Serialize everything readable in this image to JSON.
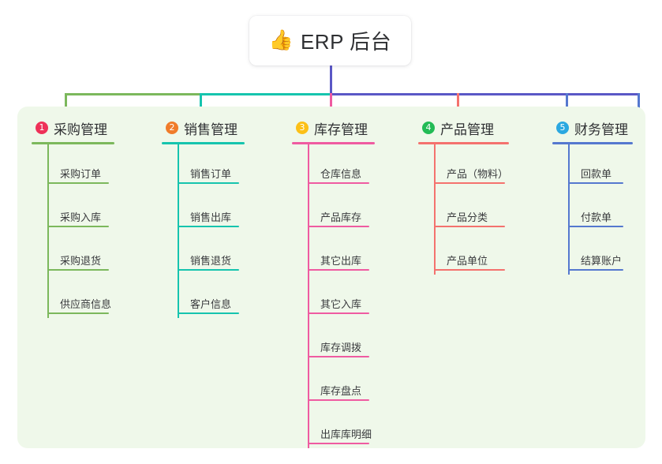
{
  "root": {
    "emoji": "👍",
    "emoji_name": "thumbs-up-icon",
    "title": "ERP 后台"
  },
  "palette": {
    "panel_bg": "#eff8ea",
    "page_bg": "#ffffff",
    "root_stem": "#5a57c6",
    "bus_green": "#7cb85c",
    "bus_teal": "#16c4ae",
    "bus_blue": "#5a57c6",
    "text": "#2f3033"
  },
  "columns": [
    {
      "index": "1",
      "label": "采购管理",
      "badge_color": "#ee3158",
      "line_color": "#7cb85c",
      "items": [
        "采购订单",
        "采购入库",
        "采购退货",
        "供应商信息"
      ]
    },
    {
      "index": "2",
      "label": "销售管理",
      "badge_color": "#f07c2a",
      "line_color": "#16c4ae",
      "items": [
        "销售订单",
        "销售出库",
        "销售退货",
        "客户信息"
      ]
    },
    {
      "index": "3",
      "label": "库存管理",
      "badge_color": "#fcc017",
      "line_color": "#ef5ba1",
      "items": [
        "仓库信息",
        "产品库存",
        "其它出库",
        "其它入库",
        "库存调拨",
        "库存盘点",
        "出库库明细"
      ]
    },
    {
      "index": "4",
      "label": "产品管理",
      "badge_color": "#22bb55",
      "line_color": "#f4726e",
      "items": [
        "产品（物料）",
        "产品分类",
        "产品单位"
      ]
    },
    {
      "index": "5",
      "label": "财务管理",
      "badge_color": "#2ba8e0",
      "line_color": "#5578cf",
      "items": [
        "回款单",
        "付款单",
        "结算账户"
      ]
    }
  ]
}
